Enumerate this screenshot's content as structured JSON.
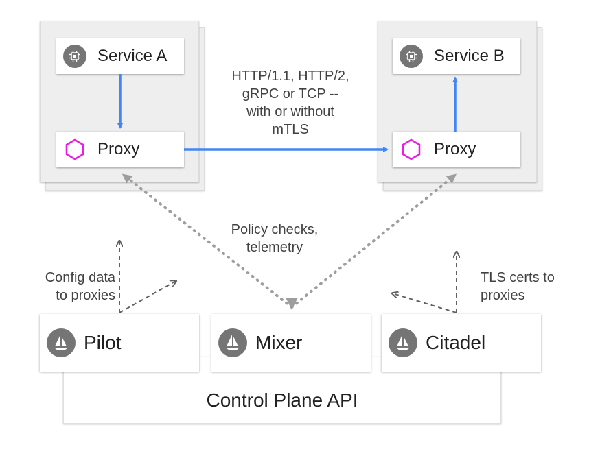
{
  "service_a": {
    "title": "Service A",
    "proxy_label": "Proxy"
  },
  "service_b": {
    "title": "Service B",
    "proxy_label": "Proxy"
  },
  "connection_note": [
    "HTTP/1.1, HTTP/2,",
    "gRPC or TCP --",
    "with or without",
    "mTLS"
  ],
  "policy_note": [
    "Policy checks,",
    "telemetry"
  ],
  "config_note": [
    "Config data",
    "to proxies"
  ],
  "tls_note": [
    "TLS certs to",
    "proxies"
  ],
  "components": [
    {
      "name": "Pilot",
      "icon": "istio-sail-icon"
    },
    {
      "name": "Mixer",
      "icon": "istio-sail-icon"
    },
    {
      "name": "Citadel",
      "icon": "istio-sail-icon"
    }
  ],
  "control_plane": {
    "label": "Control Plane API"
  },
  "colors": {
    "arrow_blue": "#4285f4",
    "proxy_magenta": "#e91ee3",
    "dotted_gray": "#9e9e9e",
    "dashed_gray": "#616161",
    "icon_gray": "#757575"
  }
}
